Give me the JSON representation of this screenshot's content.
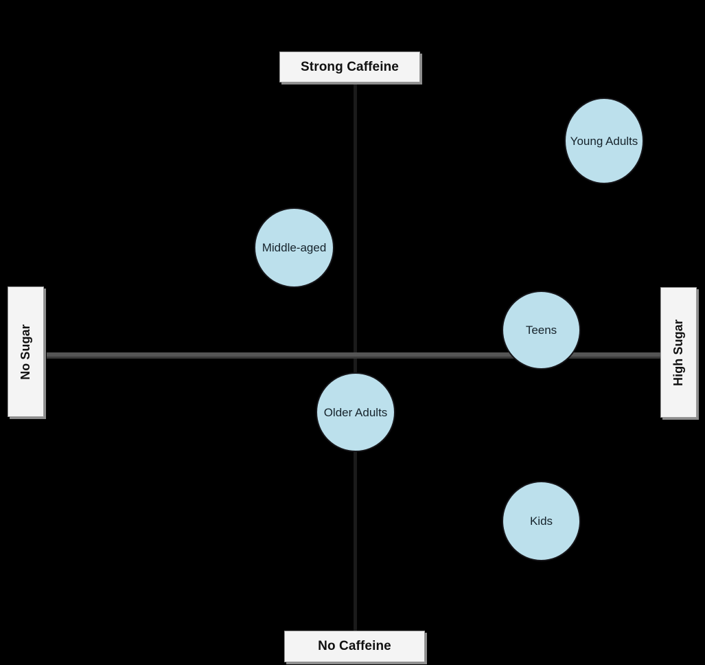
{
  "diagram": {
    "type": "perceptual-map",
    "background_color": "#000000",
    "bubble_fill_color": "#bce0ec",
    "bubble_border_color": "#16161a",
    "label_box_color": "#f4f4f4",
    "vertical_axis_color": "#1b1b1b",
    "horizontal_axis_color": "#555555"
  },
  "axes": {
    "vertical": {
      "top_label": "Strong Caffeine",
      "bottom_label": "No Caffeine",
      "dimension": "Caffeine"
    },
    "horizontal": {
      "left_label": "No Sugar",
      "right_label": "High Sugar",
      "dimension": "Sugar"
    }
  },
  "axis_labels": [
    {
      "id": "strong-caffeine",
      "text": "Strong Caffeine",
      "position": "top",
      "orientation": "horizontal"
    },
    {
      "id": "no-caffeine",
      "text": "No Caffeine",
      "position": "bottom",
      "orientation": "horizontal"
    },
    {
      "id": "no-sugar",
      "text": "No Sugar",
      "position": "left",
      "orientation": "vertical"
    },
    {
      "id": "high-sugar",
      "text": "High Sugar",
      "position": "right",
      "orientation": "vertical"
    }
  ],
  "bubbles": [
    {
      "id": "young-adults",
      "label": "Young Adults",
      "caffeine": "high",
      "sugar": "high"
    },
    {
      "id": "middle-aged",
      "label": "Middle-aged",
      "caffeine": "high",
      "sugar": "low"
    },
    {
      "id": "teens",
      "label": "Teens",
      "caffeine": "neutral",
      "sugar": "high"
    },
    {
      "id": "older-adults",
      "label": "Older Adults",
      "caffeine": "low",
      "sugar": "neutral"
    },
    {
      "id": "kids",
      "label": "Kids",
      "caffeine": "low",
      "sugar": "high"
    }
  ],
  "chart_data": {
    "type": "scatter",
    "title": "",
    "xlabel": "Sugar",
    "ylabel": "Caffeine",
    "xlim": [
      -1,
      1
    ],
    "ylim": [
      -1,
      1
    ],
    "grid": false,
    "legend": "none",
    "x_axis_low_anchor": "No Sugar",
    "x_axis_high_anchor": "High Sugar",
    "y_axis_low_anchor": "No Caffeine",
    "y_axis_high_anchor": "Strong Caffeine",
    "points": [
      {
        "label": "Young Adults",
        "x": 0.81,
        "y": 0.66
      },
      {
        "label": "Middle-aged",
        "x": -0.2,
        "y": 0.36
      },
      {
        "label": "Teens",
        "x": 0.6,
        "y": 0.09
      },
      {
        "label": "Older Adults",
        "x": 0.0,
        "y": -0.18
      },
      {
        "label": "Kids",
        "x": 0.6,
        "y": -0.54
      }
    ]
  }
}
